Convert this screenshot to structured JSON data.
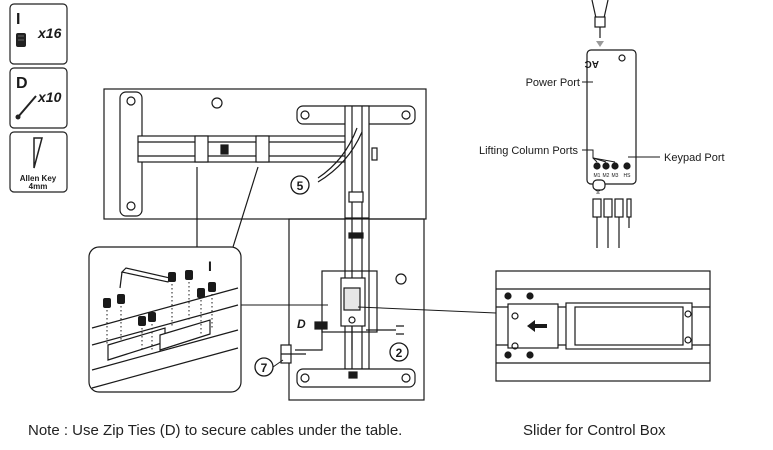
{
  "parts": [
    {
      "letter": "I",
      "qty": "x16"
    },
    {
      "letter": "D",
      "qty": "x10"
    },
    {
      "name": "Allen Key",
      "size": "4mm"
    }
  ],
  "step_labels": [
    "5",
    "7",
    "2"
  ],
  "part_labels": {
    "zip_tie": "D",
    "screw": "I"
  },
  "control_box": {
    "ac_label": "AC",
    "port_codes": [
      "M1",
      "M2",
      "M3",
      "HS"
    ],
    "callouts": {
      "power": "Power Port",
      "lifting": "Lifting Column Ports",
      "keypad": "Keypad Port"
    }
  },
  "captions": {
    "note": "Note : Use Zip Ties (D) to secure cables under the table.",
    "slider": "Slider for Control Box"
  },
  "colors": {
    "line": "#1a1a1a",
    "fill": "#ffffff",
    "shade": "#cfcfcf"
  }
}
